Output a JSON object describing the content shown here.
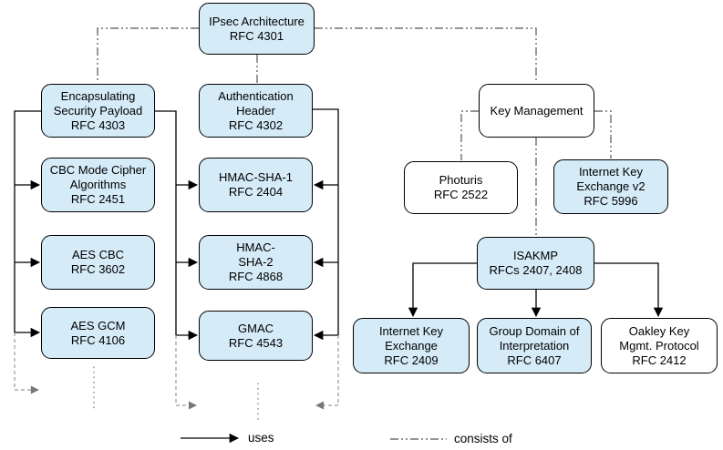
{
  "nodes": {
    "ipsec": {
      "title": "IPsec Architecture",
      "rfc": "RFC 4301"
    },
    "esp": {
      "title": "Encapsulating\nSecurity Payload",
      "rfc": "RFC 4303"
    },
    "ah": {
      "title": "Authentication\nHeader",
      "rfc": "RFC 4302"
    },
    "cbc": {
      "title": "CBC Mode Cipher\nAlgorithms",
      "rfc": "RFC 2451"
    },
    "hmac1": {
      "title": "HMAC-SHA-1",
      "rfc": "RFC 2404"
    },
    "aescbc": {
      "title": "AES CBC",
      "rfc": "RFC 3602"
    },
    "hmac2": {
      "title": "HMAC-\nSHA-2",
      "rfc": "RFC 4868"
    },
    "aesgcm": {
      "title": "AES GCM",
      "rfc": "RFC 4106"
    },
    "gmac": {
      "title": "GMAC",
      "rfc": "RFC 4543"
    },
    "keymgmt": {
      "title": "Key Management",
      "rfc": ""
    },
    "photuris": {
      "title": "Photuris",
      "rfc": "RFC 2522"
    },
    "ikev2": {
      "title": "Internet Key\nExchange v2",
      "rfc": "RFC 5996"
    },
    "isakmp": {
      "title": "ISAKMP",
      "rfc": "RFCs 2407, 2408"
    },
    "ike": {
      "title": "Internet Key\nExchange",
      "rfc": "RFC 2409"
    },
    "gdoi": {
      "title": "Group Domain of\nInterpretation",
      "rfc": "RFC 6407"
    },
    "oakley": {
      "title": "Oakley Key\nMgmt. Protocol",
      "rfc": "RFC 2412"
    }
  },
  "legend": {
    "uses": "uses",
    "consists_of": "consists of"
  },
  "colors": {
    "node_fill_blue": "#d5ebf8",
    "node_fill_white": "#ffffff",
    "node_border": "#000000",
    "uses_edge": "#000000",
    "consists_edge": "#555555",
    "continuation_edge": "#999999"
  }
}
